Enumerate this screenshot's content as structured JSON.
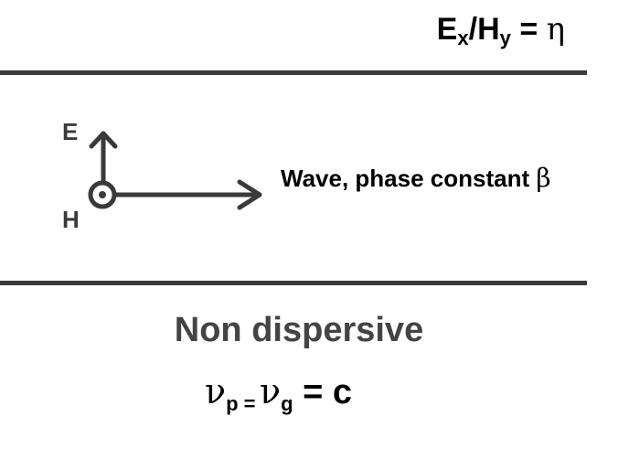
{
  "impedance": {
    "e_symbol": "E",
    "e_sub": "x",
    "slash": "/",
    "h_symbol": "H",
    "h_sub": "y",
    "equals": " = ",
    "eta": "η"
  },
  "field_diagram": {
    "e_label": "E",
    "h_label": "H",
    "wave_text": "Wave, phase constant ",
    "beta": "β"
  },
  "result": {
    "title": "Non dispersive",
    "nu_p": "ν",
    "p_sub": "p =",
    "nu_g": "ν",
    "g_sub": "g",
    "equals_c": " = c"
  },
  "colors": {
    "plate": "#3a3a3a",
    "arrow": "#3a3a3a",
    "text_dark": "#000000",
    "text_gray": "#444444"
  }
}
